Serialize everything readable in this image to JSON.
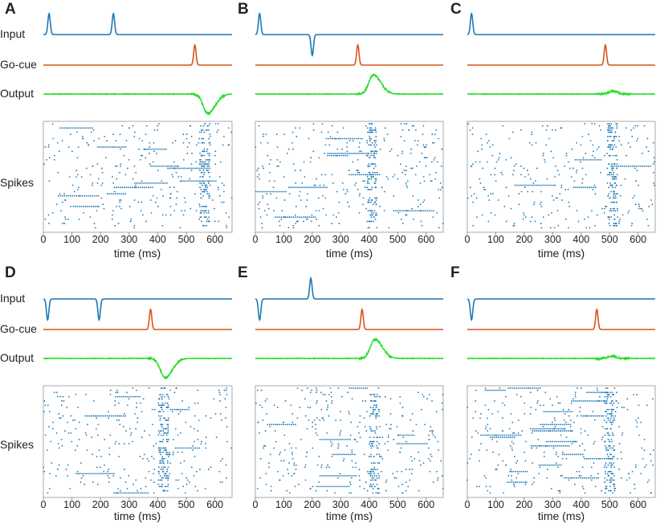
{
  "chart_data": {
    "type": "line",
    "row_labels": {
      "input": "Input",
      "gocue": "Go-cue",
      "output": "Output",
      "spikes": "Spikes"
    },
    "xlabel": "time (ms)",
    "xlim": [
      0,
      660
    ],
    "xticks": [
      0,
      100,
      200,
      300,
      400,
      500,
      600
    ],
    "colors": {
      "input": "#1f77b4",
      "gocue": "#d95319",
      "output": "#22dd22",
      "spikes": "#1f77b4"
    },
    "panels": [
      {
        "label": "A",
        "input_pulses": [
          {
            "t": 20,
            "sign": 1
          },
          {
            "t": 245,
            "sign": 1
          }
        ],
        "gocue_t": 530,
        "output_peak_t": 575,
        "output_sign": -1,
        "output_amp": 1.0,
        "spike_burst_t": 565
      },
      {
        "label": "B",
        "input_pulses": [
          {
            "t": 15,
            "sign": 1
          },
          {
            "t": 200,
            "sign": -1
          }
        ],
        "gocue_t": 360,
        "output_peak_t": 415,
        "output_sign": 1,
        "output_amp": 1.0,
        "spike_burst_t": 410
      },
      {
        "label": "C",
        "input_pulses": [
          {
            "t": 15,
            "sign": 1
          }
        ],
        "gocue_t": 485,
        "output_peak_t": 515,
        "output_sign": 1,
        "output_amp": 0.15,
        "spike_burst_t": 510
      },
      {
        "label": "D",
        "input_pulses": [
          {
            "t": 15,
            "sign": -1
          },
          {
            "t": 195,
            "sign": -1
          }
        ],
        "gocue_t": 375,
        "output_peak_t": 425,
        "output_sign": -1,
        "output_amp": 1.0,
        "spike_burst_t": 420
      },
      {
        "label": "E",
        "input_pulses": [
          {
            "t": 15,
            "sign": -1
          },
          {
            "t": 195,
            "sign": 1
          }
        ],
        "gocue_t": 375,
        "output_peak_t": 420,
        "output_sign": 1,
        "output_amp": 1.0,
        "spike_burst_t": 420
      },
      {
        "label": "F",
        "input_pulses": [
          {
            "t": 15,
            "sign": -1
          }
        ],
        "gocue_t": 455,
        "output_peak_t": 510,
        "output_sign": 1,
        "output_amp": 0.12,
        "spike_burst_t": 500
      }
    ]
  }
}
